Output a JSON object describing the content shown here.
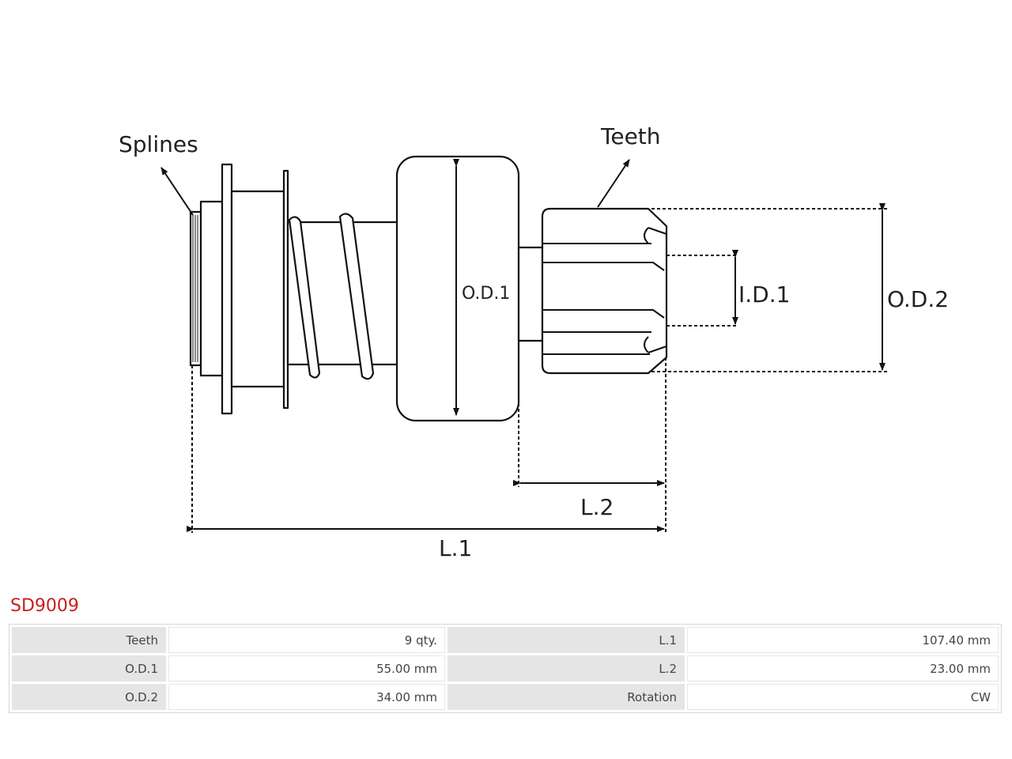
{
  "diagram": {
    "labels": {
      "splines": "Splines",
      "teeth": "Teeth",
      "od1": "O.D.1",
      "id1": "I.D.1",
      "od2": "O.D.2",
      "l2": "L.2",
      "l1": "L.1"
    }
  },
  "part_code": "SD9009",
  "specs": [
    {
      "left_key": "Teeth",
      "left_value": "9 qty.",
      "right_key": "L.1",
      "right_value": "107.40 mm"
    },
    {
      "left_key": "O.D.1",
      "left_value": "55.00 mm",
      "right_key": "L.2",
      "right_value": "23.00 mm"
    },
    {
      "left_key": "O.D.2",
      "left_value": "34.00 mm",
      "right_key": "Rotation",
      "right_value": "CW"
    }
  ]
}
